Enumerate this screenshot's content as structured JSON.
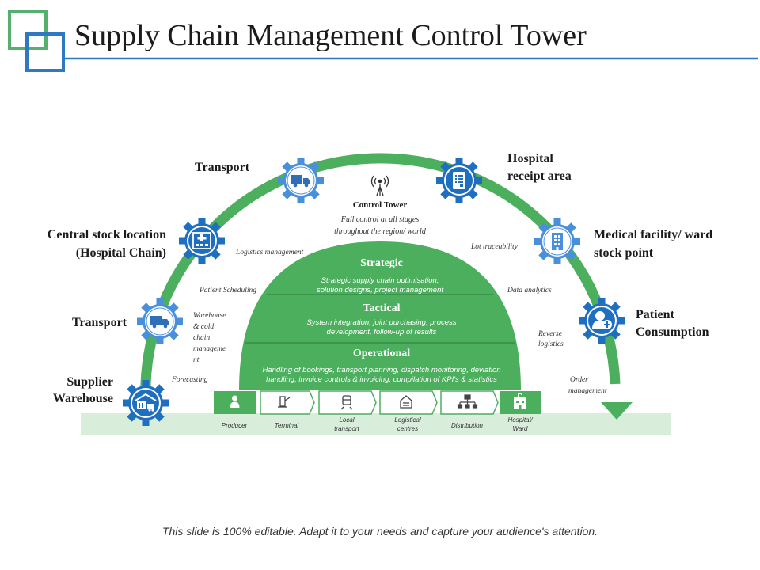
{
  "title": "Supply Chain Management Control Tower",
  "footer": "This slide is 100% editable. Adapt it to your needs and capture your audience's attention.",
  "colors": {
    "green": "#4caf5e",
    "light_green": "#d9eddb",
    "blue": "#1f6fc1",
    "light_blue": "#4a8fdb",
    "title_line": "#2f78c2",
    "logo_green": "#55b06e",
    "logo_blue": "#2f78c2"
  },
  "stages": [
    {
      "label_lines": [
        "Supplier",
        "Warehouse"
      ],
      "icon": "warehouse-icon"
    },
    {
      "label_lines": [
        "Transport"
      ],
      "icon": "truck-icon"
    },
    {
      "label_lines": [
        "Central stock location",
        "(Hospital Chain)"
      ],
      "icon": "hospital-building-icon"
    },
    {
      "label_lines": [
        "Transport"
      ],
      "icon": "truck-icon"
    },
    {
      "label_lines": [
        "Hospital",
        "receipt area"
      ],
      "icon": "receipt-document-icon"
    },
    {
      "label_lines": [
        "Medical facility/ ward",
        "stock point"
      ],
      "icon": "office-building-icon"
    },
    {
      "label_lines": [
        "Patient",
        "Consumption"
      ],
      "icon": "patient-icon"
    }
  ],
  "control_tower": {
    "title": "Control Tower",
    "desc_lines": [
      "Full control at all stages",
      "throughout the region/ world"
    ],
    "icon": "antenna-tower-icon"
  },
  "side_notes": {
    "logistics_management": "Logistics management",
    "patient_scheduling": "Patient Scheduling",
    "warehouse_cold_chain": [
      "Warehouse",
      "& cold",
      "chain",
      "manageme",
      "nt"
    ],
    "forecasting": "Forecasting",
    "lot_traceability": "Lot traceability",
    "data_analytics": "Data analytics",
    "reverse_logistics": [
      "Reverse",
      "logistics"
    ],
    "order_management": [
      "Order",
      "management"
    ]
  },
  "layers": [
    {
      "name": "Strategic",
      "desc_lines": [
        "Strategic supply chain optimisation,",
        "solution designs, project management"
      ]
    },
    {
      "name": "Tactical",
      "desc_lines": [
        "System integration, joint purchasing, process",
        "development, follow-up of results"
      ]
    },
    {
      "name": "Operational",
      "desc_lines": [
        "Handling of bookings, transport planning, dispatch monitoring, deviation",
        "handling, invoice controls & invoicing, compilation of KPI's & statistics"
      ]
    }
  ],
  "flow_steps": [
    {
      "label_lines": [
        "Producer"
      ],
      "icon": "person-icon"
    },
    {
      "label_lines": [
        "Terminal"
      ],
      "icon": "fuel-terminal-icon"
    },
    {
      "label_lines": [
        "Local",
        "transport"
      ],
      "icon": "train-icon"
    },
    {
      "label_lines": [
        "Logistical",
        "centres"
      ],
      "icon": "logistics-centre-icon"
    },
    {
      "label_lines": [
        "Distribution"
      ],
      "icon": "distribution-network-icon"
    },
    {
      "label_lines": [
        "Hospital/",
        "Ward"
      ],
      "icon": "hospital-icon"
    }
  ]
}
